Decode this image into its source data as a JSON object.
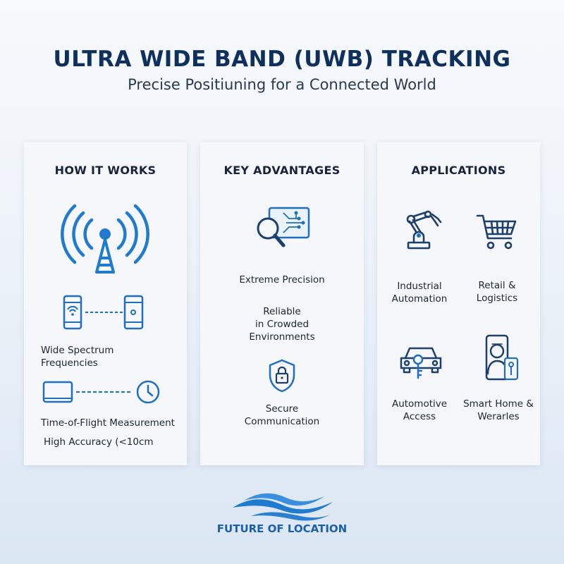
{
  "header": {
    "title": "ULTRA WIDE BAND (UWB) TRACKING",
    "subtitle": "Precise Positiuning for a Connected World"
  },
  "panels": {
    "how_it_works": {
      "title": "HOW IT WORKS",
      "items": [
        {
          "label_line1": "Wide Spectrum",
          "label_line2": "Frequencies",
          "icon": "phones-link-icon"
        },
        {
          "label": "Time-of-Flight Measurement",
          "icon": "device-clock-icon"
        },
        {
          "label": "High Accuracy (<10cm"
        }
      ],
      "hero_icon": "antenna-tower-icon"
    },
    "key_advantages": {
      "title": "KEY ADVANTAGES",
      "items": [
        {
          "label": "Extreme Precision",
          "icon": "magnifier-chip-icon"
        },
        {
          "label_line1": "Reliable",
          "label_line2": "in Crowded",
          "label_line3": "Environments"
        },
        {
          "label_line1": "Secure",
          "label_line2": "Communication",
          "icon": "shield-lock-icon"
        }
      ]
    },
    "applications": {
      "title": "APPLICATIONS",
      "items": [
        {
          "label_line1": "Industrial",
          "label_line2": "Automation",
          "icon": "robot-arm-icon"
        },
        {
          "label_line1": "Retail &",
          "label_line2": "Logistics",
          "icon": "shopping-cart-icon"
        },
        {
          "label_line1": "Automotive",
          "label_line2": "Access",
          "icon": "car-key-icon"
        },
        {
          "label_line1": "Smart Home &",
          "label_line2": "Werarles",
          "icon": "phone-person-icon"
        }
      ]
    }
  },
  "footer": {
    "text": "FUTURE OF LOCATION",
    "logo": "waves-logo"
  },
  "colors": {
    "accent": "#1f6fc0",
    "title": "#0f2f5c",
    "icon_dark": "#1d3f6e"
  }
}
